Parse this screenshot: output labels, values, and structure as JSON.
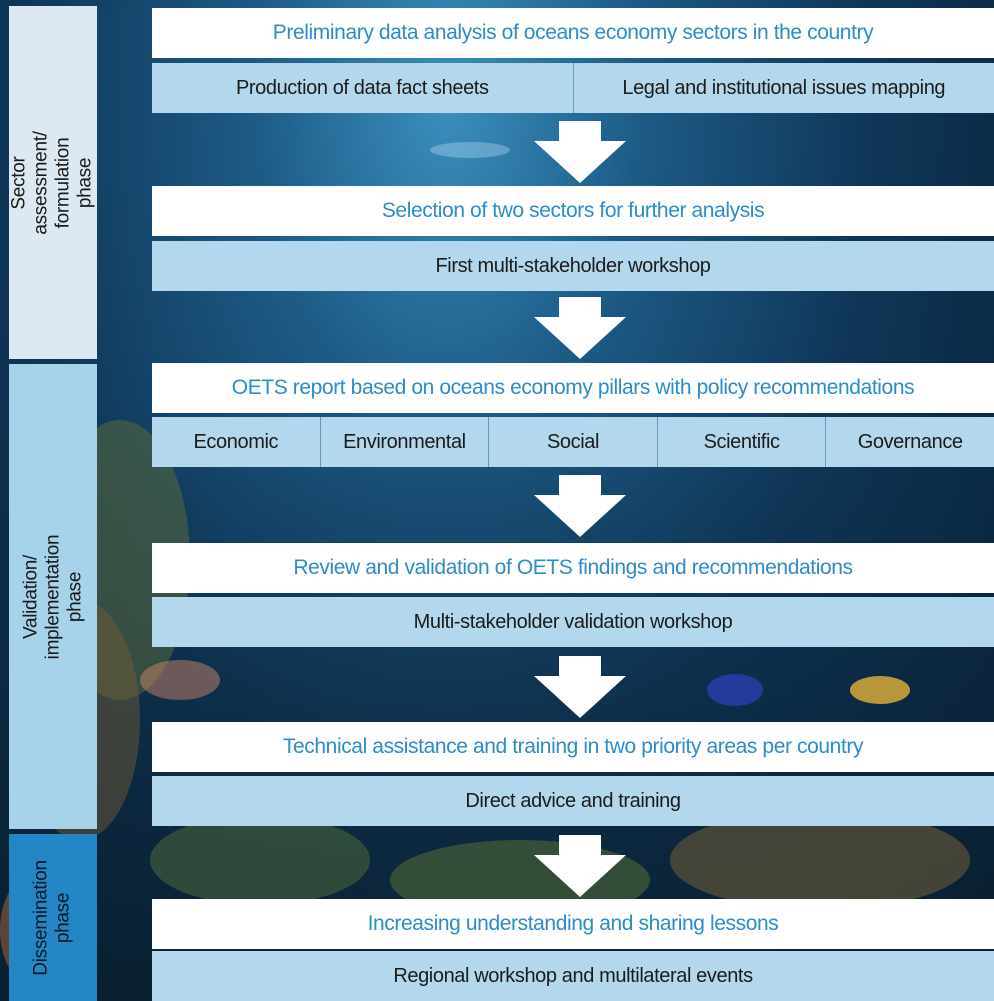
{
  "phases": [
    {
      "label": "Sector assessment/ formulation\nphase"
    },
    {
      "label": "Validation/ implementation\nphase"
    },
    {
      "label": "Dissemination\nphase"
    }
  ],
  "steps": [
    {
      "title": "Preliminary data analysis of oceans economy sectors in the country",
      "items": [
        "Production of data fact sheets",
        "Legal and institutional issues mapping"
      ]
    },
    {
      "title": "Selection of two sectors for further analysis",
      "items": [
        "First multi-stakeholder workshop"
      ]
    },
    {
      "title": "OETS report based on oceans economy pillars with policy recommendations",
      "items": [
        "Economic",
        "Environmental",
        "Social",
        "Scientific",
        "Governance"
      ]
    },
    {
      "title": "Review and validation of OETS findings and recommendations",
      "items": [
        "Multi-stakeholder validation workshop"
      ]
    },
    {
      "title": "Technical assistance and training in two priority areas per country",
      "items": [
        "Direct advice and training"
      ]
    },
    {
      "title": "Increasing understanding and sharing lessons",
      "items": [
        "Regional workshop and multilateral events"
      ]
    }
  ],
  "colors": {
    "phase1": "#dce9f2",
    "phase2": "#a6d2ea",
    "phase3": "#2486c4",
    "title_text": "#2c8cc9",
    "sub_bg": "#b3d8ed"
  }
}
